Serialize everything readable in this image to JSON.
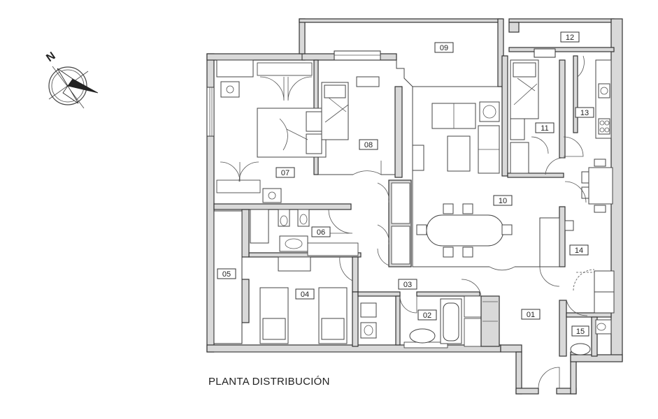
{
  "plan": {
    "title": "PLANTA DISTRIBUCIÓN",
    "compass_letter": "N",
    "rooms": [
      {
        "id": "room-01",
        "label": "01"
      },
      {
        "id": "room-02",
        "label": "02"
      },
      {
        "id": "room-03",
        "label": "03"
      },
      {
        "id": "room-04",
        "label": "04"
      },
      {
        "id": "room-05",
        "label": "05"
      },
      {
        "id": "room-06",
        "label": "06"
      },
      {
        "id": "room-07",
        "label": "07"
      },
      {
        "id": "room-08",
        "label": "08"
      },
      {
        "id": "room-09",
        "label": "09"
      },
      {
        "id": "room-10",
        "label": "10"
      },
      {
        "id": "room-11",
        "label": "11"
      },
      {
        "id": "room-12",
        "label": "12"
      },
      {
        "id": "room-13",
        "label": "13"
      },
      {
        "id": "room-14",
        "label": "14"
      },
      {
        "id": "room-15",
        "label": "15"
      }
    ]
  }
}
